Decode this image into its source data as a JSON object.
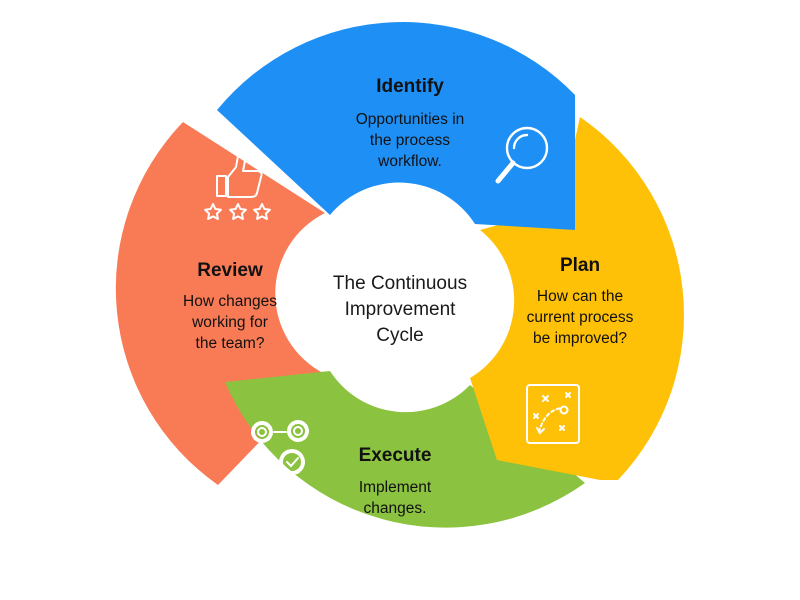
{
  "center": {
    "lines": [
      "The Continuous",
      "Improvement",
      "Cycle"
    ]
  },
  "stages": {
    "identify": {
      "title": "Identify",
      "lines": [
        "Opportunities in",
        "the process",
        "workflow."
      ],
      "color": "#1E90F5",
      "icon": "magnifier-icon"
    },
    "plan": {
      "title": "Plan",
      "lines": [
        "How can the",
        "current process",
        "be improved?"
      ],
      "color": "#FFC107",
      "icon": "strategy-board-icon"
    },
    "execute": {
      "title": "Execute",
      "lines": [
        "Implement",
        "changes."
      ],
      "color": "#8BC23F",
      "icon": "gears-check-icon"
    },
    "review": {
      "title": "Review",
      "lines": [
        "How changes",
        "working for",
        "the team?"
      ],
      "color": "#F97B56",
      "icon": "thumbs-up-stars-icon"
    }
  }
}
